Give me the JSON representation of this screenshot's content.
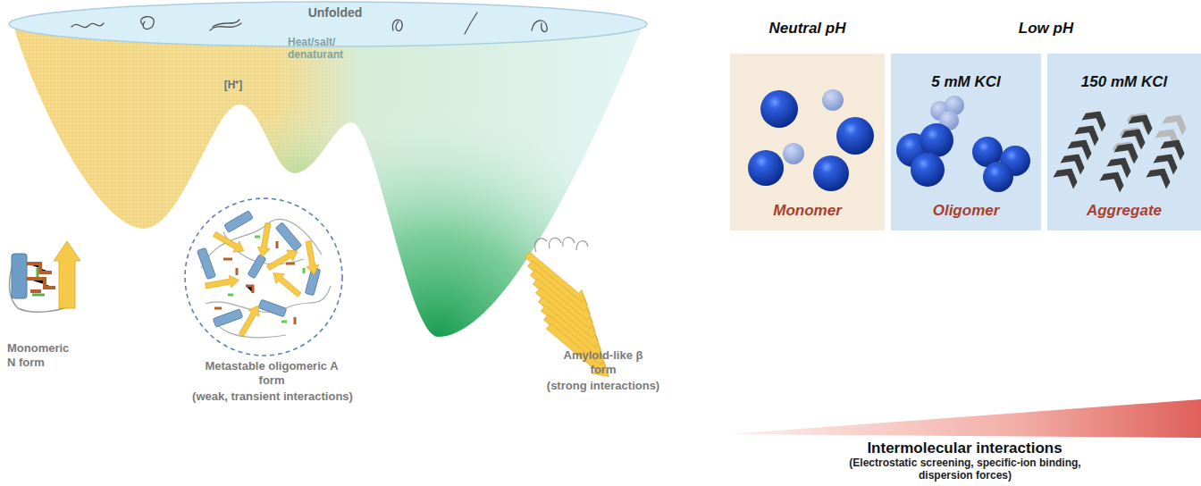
{
  "diagram": {
    "nodes": [
      {
        "text": [
          "Monomer"
        ]
      },
      {
        "text": [
          "5 mM KCl",
          "Oligomer"
        ]
      },
      {
        "text": [
          "150 mM KCl",
          "Aggregate"
        ]
      }
    ],
    "labels": [
      "Unfolded",
      "[H⁺]",
      "Heat/salt/ denaturant",
      "Monomeric N form",
      "Metastable oligomeric A form",
      "(weak, transient interactions)",
      "Amyloid-like β form",
      "(strong interactions)",
      "Neutral pH",
      "Low pH",
      "Intermolecular interactions",
      "(Electrostatic screening, specific-ion binding, dispersion forces)"
    ]
  }
}
